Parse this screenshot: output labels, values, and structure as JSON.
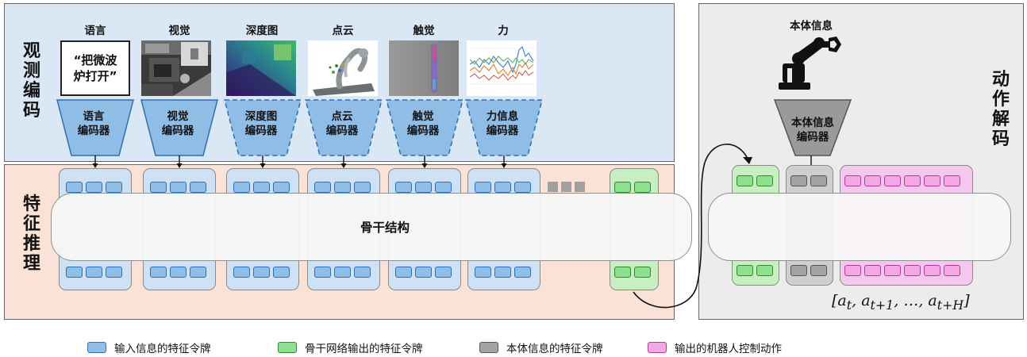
{
  "perception": {
    "label": "观测编码",
    "modalities": [
      {
        "title": "语言",
        "encoder_line1": "语言",
        "encoder_line2": "编码器",
        "encoder_style": "solid"
      },
      {
        "title": "视觉",
        "encoder_line1": "视觉",
        "encoder_line2": "编码器",
        "encoder_style": "solid"
      },
      {
        "title": "深度图",
        "encoder_line1": "深度图",
        "encoder_line2": "编码器",
        "encoder_style": "dashed"
      },
      {
        "title": "点云",
        "encoder_line1": "点云",
        "encoder_line2": "编码器",
        "encoder_style": "dashed"
      },
      {
        "title": "触觉",
        "encoder_line1": "触觉",
        "encoder_line2": "编码器",
        "encoder_style": "dashed"
      },
      {
        "title": "力",
        "encoder_line1": "力信息",
        "encoder_line2": "编码器",
        "encoder_style": "dashed"
      }
    ],
    "language_text_line1": "“把微波",
    "language_text_line2": "炉打开”"
  },
  "reasoning": {
    "label": "特征推理",
    "backbone_label": "骨干结构"
  },
  "action": {
    "label": "动作解码",
    "proprio_title": "本体信息",
    "proprio_encoder_line1": "本体信息",
    "proprio_encoder_line2": "编码器",
    "output_formula": "[a_t, a_{t+1}, ..., a_{t+H}]"
  },
  "legend": [
    {
      "label": "输入信息的特征令牌",
      "color": "blue"
    },
    {
      "label": "骨干网络输出的特征令牌",
      "color": "green"
    },
    {
      "label": "本体信息的特征令牌",
      "color": "gray"
    },
    {
      "label": "输出的机器人控制动作",
      "color": "pink"
    }
  ],
  "colors": {
    "perception_bg": "#dae8f6",
    "reasoning_bg": "#fae3d6",
    "action_bg": "#ececec",
    "token_blue": "#8fbfe8",
    "token_green": "#8ee08e",
    "token_gray": "#a4a4a4",
    "token_pink": "#f4a8e4"
  }
}
